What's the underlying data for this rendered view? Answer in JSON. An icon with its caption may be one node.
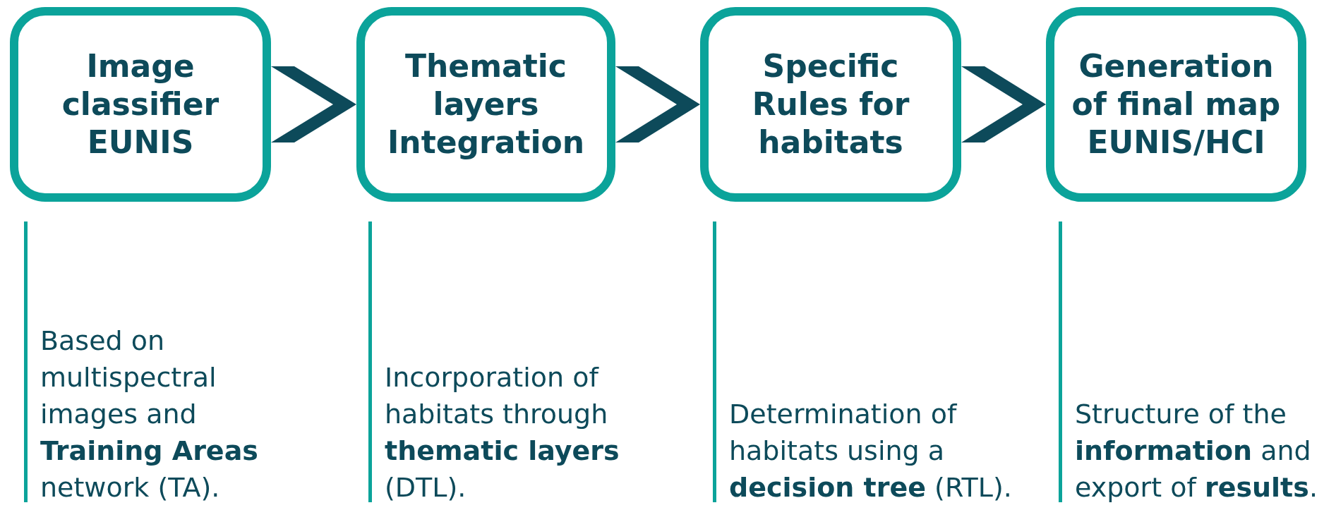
{
  "diagram": {
    "nodes": [
      {
        "text": [
          "Image classifier EUNIS"
        ]
      },
      {
        "text": [
          "Thematic layers Integration"
        ]
      },
      {
        "text": [
          "Specific Rules for habitats"
        ]
      },
      {
        "text": [
          "Generation of final map EUNIS/HCI"
        ]
      }
    ],
    "labels": [
      "Based on multispectral images and **Training Areas** network (TA).",
      "Incorporation of habitats through **thematic layers** (DTL).",
      "Determination of habitats using a **decision tree** (RTL).",
      "Structure of the **information** and export of **results**."
    ],
    "edges": [
      {
        "from": 0,
        "to": 1,
        "arrow": "to"
      },
      {
        "from": 1,
        "to": 2,
        "arrow": "to"
      },
      {
        "from": 2,
        "to": 3,
        "arrow": "to"
      }
    ]
  }
}
